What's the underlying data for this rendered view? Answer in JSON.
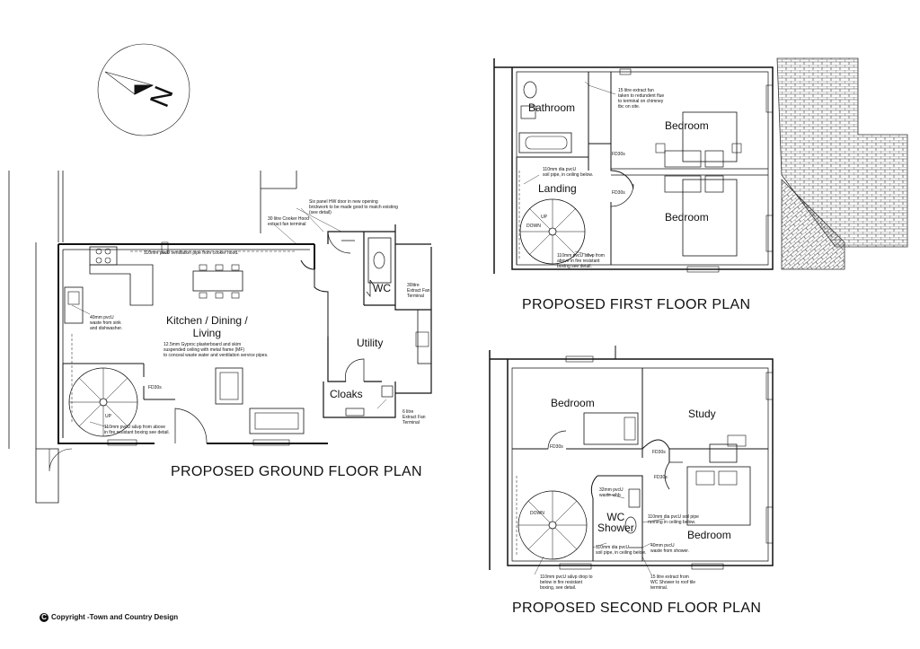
{
  "titles": {
    "ground": "PROPOSED GROUND FLOOR PLAN",
    "first": "PROPOSED FIRST FLOOR PLAN",
    "second": "PROPOSED SECOND FLOOR PLAN"
  },
  "north": "N",
  "copyright": {
    "symbol": "C",
    "text": "Copyright -Town and Country Design"
  },
  "ground_floor": {
    "rooms": {
      "kitchen": "Kitchen / Dining /\nLiving",
      "utility": "Utility",
      "wc": "WC",
      "cloaks": "Cloaks"
    },
    "stair_up": "UP",
    "fire_door": "FD30s",
    "notes": {
      "vent_pipe": "110mm pvcU ventilation pipe from cooker hood.",
      "cooker_hood": "30 litre Cooker Hood\nextract fan terminal",
      "hw_door": "Six panel HW door in new opening\nbrickwork to be made good to match existing\n(see detail)",
      "wc_fan": "30litre\nExtract Fan\nTerminal",
      "sink_waste": "40mm pvcU\nwaste from sink\nand dishwasher.",
      "gyproc": "12.5mm Gyproc plasterboard and skim\nsuspended ceiling with metal frame (MF)\nto conceal waste water and ventilation service pipes.",
      "svp": "110mm pvcU s&vp from above\nin fire resistant boxing see detail.",
      "cloaks_fan": "6 litre\nExtract Fan\nTerminal"
    }
  },
  "first_floor": {
    "rooms": {
      "bathroom": "Bathroom",
      "bedroom1": "Bedroom",
      "landing": "Landing",
      "bedroom2": "Bedroom"
    },
    "stair_up": "UP",
    "stair_down": "DOWN",
    "fire_door1": "FD30s",
    "fire_door2": "FD30s",
    "notes": {
      "extract": "15 litre extract fan\ntaken to redundent flue\nto terminal on chimney\ntbc on site.",
      "soil": "110mm dia pvcU\nsoil pipe, in ceiling below.",
      "svp": "110mm pvcU s&vp from\nabove in fire resistant\nboxing see detail."
    }
  },
  "second_floor": {
    "rooms": {
      "bedroom1": "Bedroom",
      "study": "Study",
      "wc_shower": "WC\nShower",
      "bedroom2": "Bedroom"
    },
    "stair_down": "DOWN",
    "fire_door1": "FD30s",
    "fire_door2": "FD30s",
    "fire_door3": "FD30s",
    "notes": {
      "whb": "32mm pvcU\nwaste whb",
      "soil_right": "110mm dia pvcU soil pipe\nrunning in ceiling below.",
      "soil_left": "110mm dia pvcU\nsoil pipe, in ceiling below.",
      "shower_waste": "40mm pvcU\nwaste from shower.",
      "svp_drop": "110mm pvcU s&vp drop to\nbelow in fire resistant\nboxing, see detail.",
      "extract": "15 litre extract from\nWC Shower to roof tile\nterminal."
    }
  }
}
